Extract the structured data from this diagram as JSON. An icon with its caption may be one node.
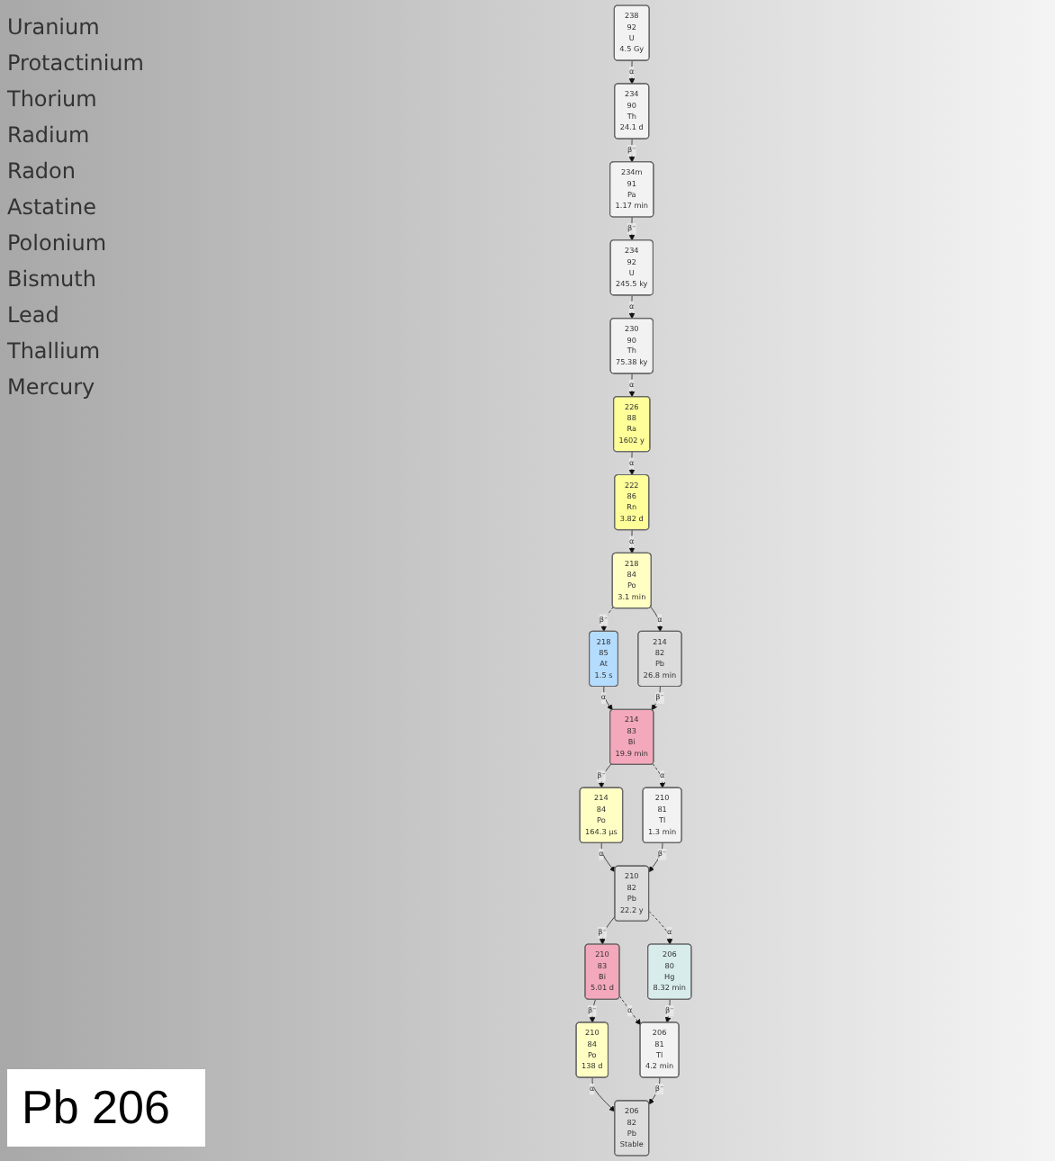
{
  "diagram": {
    "nodes": [
      {
        "text": [
          "238",
          "92",
          "U",
          "4.5 Gy"
        ]
      },
      {
        "text": [
          "234",
          "90",
          "Th",
          "24.1 d"
        ]
      },
      {
        "text": [
          "234m",
          "91",
          "Pa",
          "1.17 min"
        ]
      },
      {
        "text": [
          "234",
          "92",
          "U",
          "245.5 ky"
        ]
      },
      {
        "text": [
          "230",
          "90",
          "Th",
          "75.38 ky"
        ]
      },
      {
        "text": [
          "226",
          "88",
          "Ra",
          "1602 y"
        ]
      },
      {
        "text": [
          "222",
          "86",
          "Rn",
          "3.82 d"
        ]
      },
      {
        "text": [
          "218",
          "84",
          "Po",
          "3.1 min"
        ]
      },
      {
        "text": [
          "218",
          "85",
          "At",
          "1.5 s"
        ]
      },
      {
        "text": [
          "214",
          "82",
          "Pb",
          "26.8 min"
        ]
      },
      {
        "text": [
          "214",
          "83",
          "Bi",
          "19.9 min"
        ]
      },
      {
        "text": [
          "214",
          "84",
          "Po",
          "164.3 µs"
        ]
      },
      {
        "text": [
          "210",
          "81",
          "Tl",
          "1.3 min"
        ]
      },
      {
        "text": [
          "210",
          "82",
          "Pb",
          "22.2 y"
        ]
      },
      {
        "text": [
          "210",
          "83",
          "Bi",
          "5.01 d"
        ]
      },
      {
        "text": [
          "206",
          "80",
          "Hg",
          "8.32 min"
        ]
      },
      {
        "text": [
          "210",
          "84",
          "Po",
          "138 d"
        ]
      },
      {
        "text": [
          "206",
          "81",
          "Tl",
          "4.2 min"
        ]
      },
      {
        "text": [
          "206",
          "82",
          "Pb",
          "Stable"
        ]
      }
    ],
    "edges": [
      {
        "from": 0,
        "to": 1,
        "arrow": "to",
        "label": "α"
      },
      {
        "from": 1,
        "to": 2,
        "arrow": "to",
        "label": "β⁻"
      },
      {
        "from": 2,
        "to": 3,
        "arrow": "to",
        "label": "β⁻"
      },
      {
        "from": 3,
        "to": 4,
        "arrow": "to",
        "label": "α"
      },
      {
        "from": 4,
        "to": 5,
        "arrow": "to",
        "label": "α"
      },
      {
        "from": 5,
        "to": 6,
        "arrow": "to",
        "label": "α"
      },
      {
        "from": 6,
        "to": 7,
        "arrow": "to",
        "label": "α"
      },
      {
        "from": 7,
        "to": 8,
        "arrow": "to",
        "label": "β⁻",
        "style": "dashed"
      },
      {
        "from": 7,
        "to": 9,
        "arrow": "to",
        "label": "α"
      },
      {
        "from": 8,
        "to": 10,
        "arrow": "to",
        "label": "α"
      },
      {
        "from": 9,
        "to": 10,
        "arrow": "to",
        "label": "β⁻"
      },
      {
        "from": 10,
        "to": 11,
        "arrow": "to",
        "label": "β⁻"
      },
      {
        "from": 10,
        "to": 12,
        "arrow": "to",
        "label": "α",
        "style": "dashed"
      },
      {
        "from": 11,
        "to": 13,
        "arrow": "to",
        "label": "α"
      },
      {
        "from": 12,
        "to": 13,
        "arrow": "to",
        "label": "β⁻"
      },
      {
        "from": 13,
        "to": 14,
        "arrow": "to",
        "label": "β⁻"
      },
      {
        "from": 13,
        "to": 15,
        "arrow": "to",
        "label": "α",
        "style": "dashed"
      },
      {
        "from": 14,
        "to": 16,
        "arrow": "to",
        "label": "β⁻"
      },
      {
        "from": 14,
        "to": 17,
        "arrow": "to",
        "label": "α",
        "style": "dashed"
      },
      {
        "from": 15,
        "to": 17,
        "arrow": "to",
        "label": "β⁻"
      },
      {
        "from": 16,
        "to": 18,
        "arrow": "to",
        "label": "α"
      },
      {
        "from": 17,
        "to": 18,
        "arrow": "to",
        "label": "β⁻"
      }
    ],
    "labels": [
      "Uranium",
      "Protactinium",
      "Thorium",
      "Radium",
      "Radon",
      "Astatine",
      "Polonium",
      "Bismuth",
      "Lead",
      "Thallium",
      "Mercury",
      "Pb 206"
    ]
  }
}
